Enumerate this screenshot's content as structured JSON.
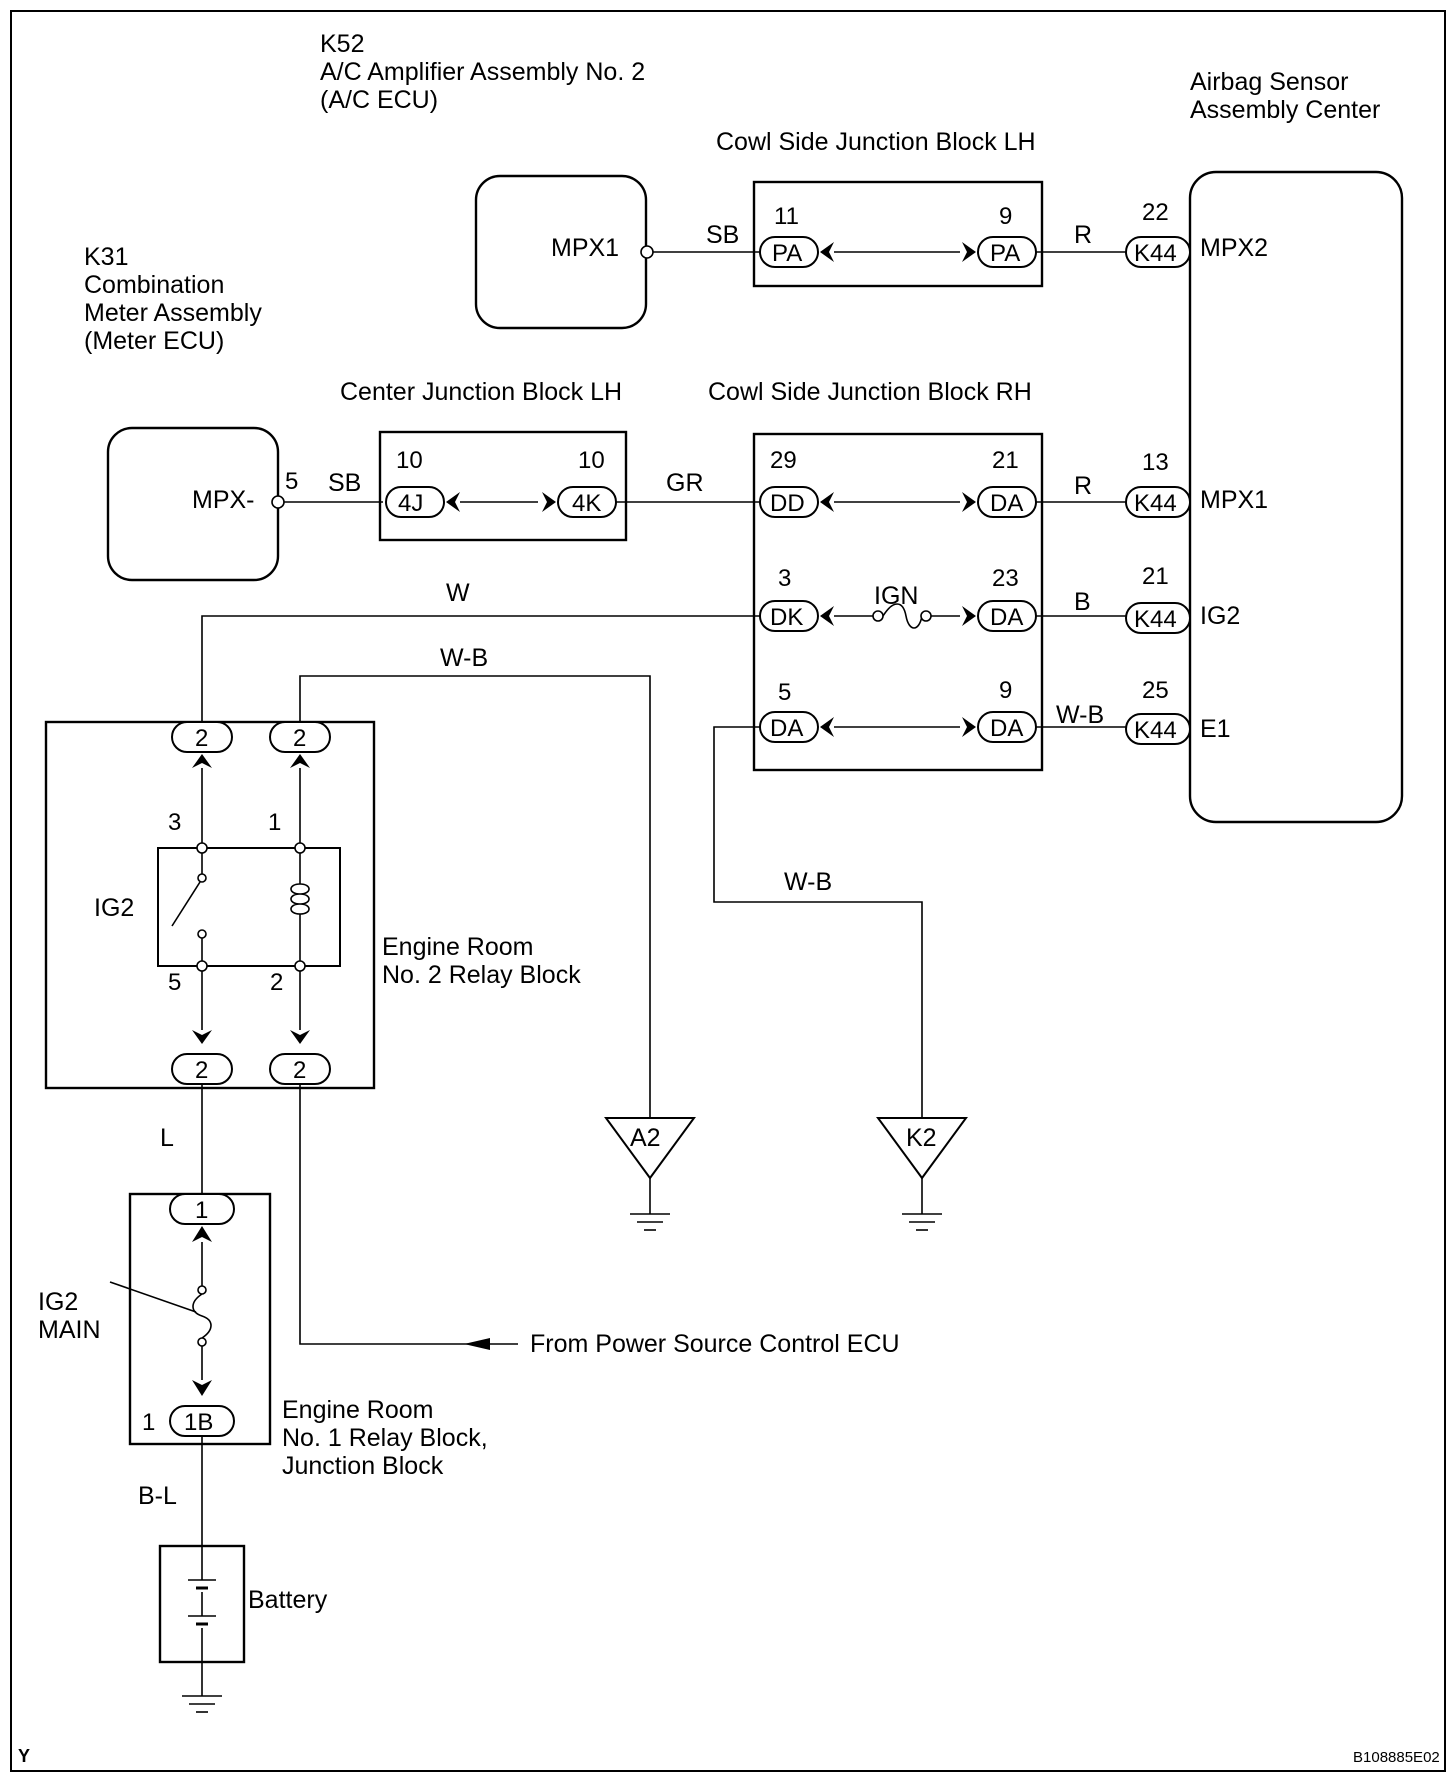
{
  "components": {
    "ac_amp": {
      "code": "K52",
      "line1": "A/C Amplifier Assembly No. 2",
      "line2": "(A/C ECU)",
      "pin_label": "MPX1"
    },
    "combination_meter": {
      "code": "K31",
      "line1": "Combination",
      "line2": "Meter Assembly",
      "line3": "(Meter ECU)",
      "pin_label": "MPX-",
      "pin_no": "5"
    },
    "airbag_sensor": {
      "line1": "Airbag Sensor",
      "line2": "Assembly Center",
      "pin_mpx2": "MPX2",
      "pin_mpx1": "MPX1",
      "pin_ig2": "IG2",
      "pin_e1": "E1"
    },
    "cowl_lh": {
      "title": "Cowl Side Junction Block LH"
    },
    "center_lh": {
      "title": "Center Junction Block LH"
    },
    "cowl_rh": {
      "title": "Cowl Side Junction Block RH",
      "fuse": "IGN"
    },
    "relay_block2": {
      "line1": "Engine Room",
      "line2": "No. 2 Relay Block",
      "relay": "IG2"
    },
    "relay_block1": {
      "line1": "Engine Room",
      "line2": "No. 1 Relay Block,",
      "line3": "Junction Block",
      "fuse_line1": "IG2",
      "fuse_line2": "MAIN"
    },
    "battery": {
      "label": "Battery"
    },
    "power_source_note": "From Power Source Control ECU",
    "grounds": {
      "a2": "A2",
      "k2": "K2"
    }
  },
  "wires": {
    "sb1": "SB",
    "r1": "R",
    "sb2": "SB",
    "gr": "GR",
    "r2": "R",
    "w": "W",
    "b": "B",
    "wb1": "W-B",
    "wb2": "W-B",
    "wb3": "W-B",
    "l": "L",
    "bl": "B-L"
  },
  "connectors": {
    "pa": "PA",
    "j4": "4J",
    "k4": "4K",
    "dd": "DD",
    "da": "DA",
    "dk": "DK",
    "k44": "K44",
    "c2": "2",
    "c1": "1",
    "b1": "1B"
  },
  "pins": {
    "cowl_lh_left": "11",
    "cowl_lh_right": "9",
    "cjb_left": "10",
    "cjb_right": "10",
    "rh_dd": "29",
    "rh_da1": "21",
    "rh_dk": "3",
    "rh_da2": "23",
    "rh_da3": "5",
    "rh_da4": "9",
    "k44_22": "22",
    "k44_13": "13",
    "k44_21": "21",
    "k44_25": "25",
    "relay_3": "3",
    "relay_1": "1",
    "relay_5": "5",
    "relay_2": "2",
    "rb1_left": "1"
  },
  "footer": {
    "left": "Y",
    "right": "B108885E02"
  }
}
